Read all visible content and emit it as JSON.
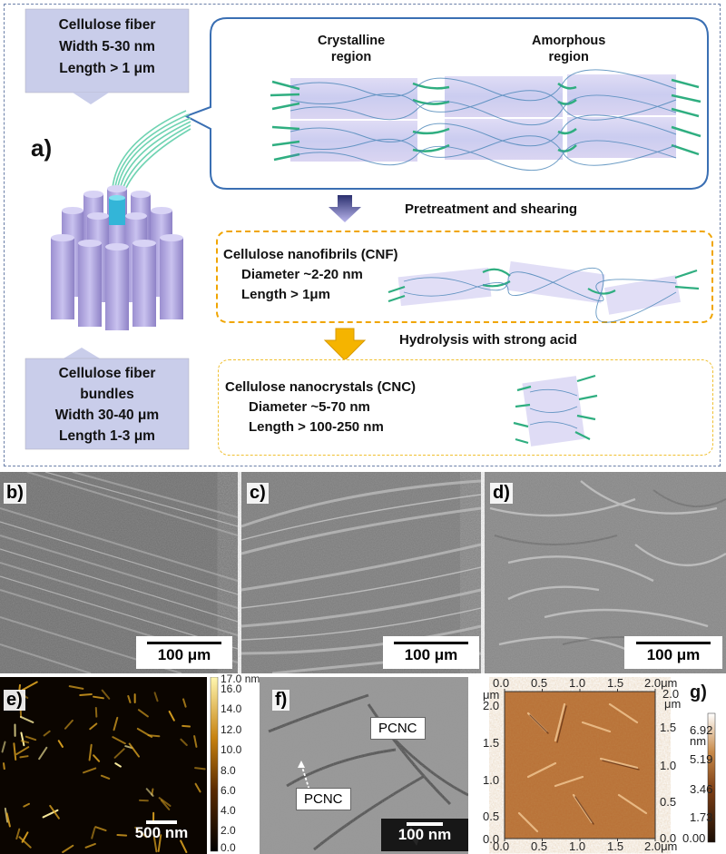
{
  "panel_a": {
    "label": "a)",
    "fiber_callout": [
      "Cellulose fiber",
      "Width 5-30 nm",
      "Length > 1 μm"
    ],
    "bundle_callout": [
      "Cellulose fiber",
      "bundles",
      "Width 30-40 μm",
      "Length 1-3 μm"
    ],
    "crystalline_label": [
      "Crystalline",
      "region"
    ],
    "amorphous_label": [
      "Amorphous",
      "region"
    ],
    "step1": "Pretreatment and shearing",
    "step2": "Hydrolysis with strong acid",
    "cnf": [
      "Cellulose nanofibrils (CNF)",
      "Diameter ~2-20 nm",
      "Length > 1μm"
    ],
    "cnc": [
      "Cellulose nanocrystals (CNC)",
      "Diameter ~5-70 nm",
      "Length > 100-250 nm"
    ]
  },
  "panel_b": {
    "label": "b)",
    "scale": "100 μm"
  },
  "panel_c": {
    "label": "c)",
    "scale": "100 μm"
  },
  "panel_d": {
    "label": "d)",
    "scale": "100 μm"
  },
  "panel_e": {
    "label": "e)",
    "scale": "500 nm",
    "colorbar_ticks": [
      "17.0 nm",
      "16.0",
      "14.0",
      "12.0",
      "10.0",
      "8.0",
      "6.0",
      "4.0",
      "2.0",
      "0.0"
    ]
  },
  "panel_f": {
    "label": "f)",
    "scale": "100 nm",
    "annot1": "PCNC",
    "annot2": "PCNC"
  },
  "panel_g": {
    "label": "g)",
    "x_ticks": [
      "0.0",
      "0.5",
      "1.0",
      "1.5",
      "2.0"
    ],
    "x_top_last": "2.0μm",
    "x_bottom_last": "2.0μm",
    "y_ticks_left": [
      "2.0",
      "1.5",
      "1.0",
      "0.5",
      "0.0"
    ],
    "y_unit": "μm",
    "y_right_top": "2.0",
    "y_right_top_unit": "μm",
    "y_right_ticks": [
      "1.5",
      "1.0",
      "0.5"
    ],
    "colorbar_unit": "nm",
    "colorbar_ticks": [
      "6.92",
      "5.19",
      "3.46",
      "1.73",
      "0.00"
    ],
    "right_bottom": "0.0"
  }
}
